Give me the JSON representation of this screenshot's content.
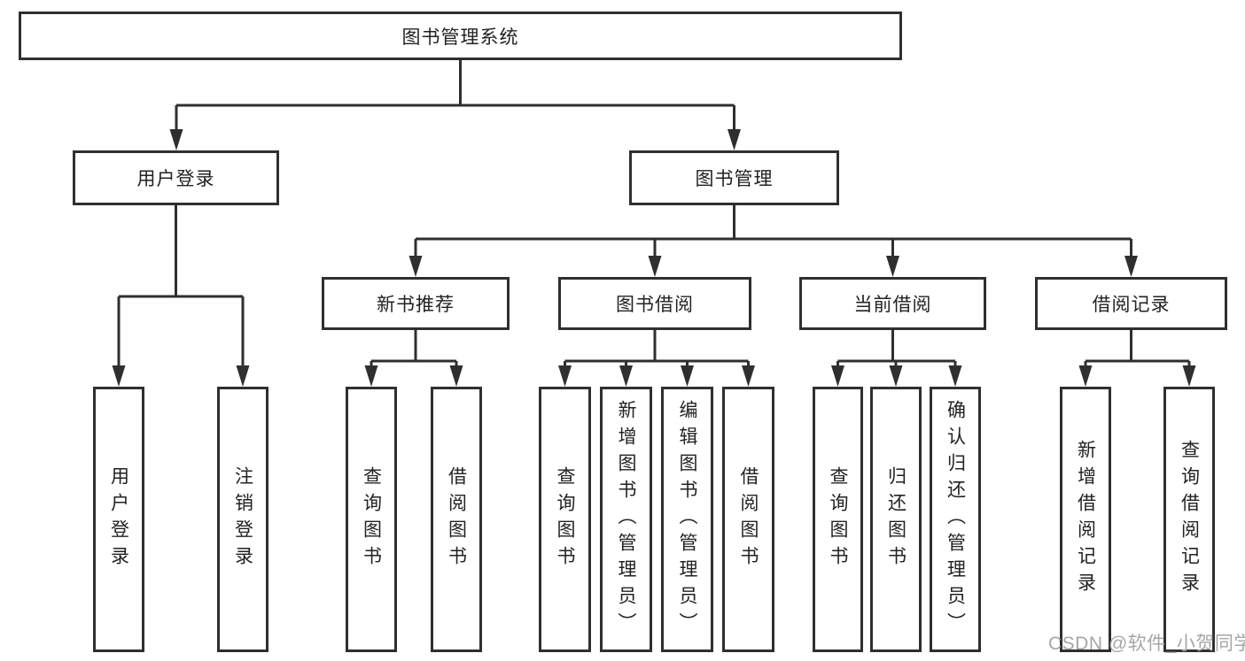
{
  "diagram": {
    "root": {
      "label": "图书管理系统"
    },
    "level2": [
      {
        "label": "用户登录"
      },
      {
        "label": "图书管理"
      }
    ],
    "level3": [
      {
        "label": "新书推荐"
      },
      {
        "label": "图书借阅"
      },
      {
        "label": "当前借阅"
      },
      {
        "label": "借阅记录"
      }
    ],
    "leaves": {
      "user_login": [
        "用户登录",
        "注销登录"
      ],
      "new_book": [
        "查询图书",
        "借阅图书"
      ],
      "book_borrow": [
        "查询图书",
        "新增图书（管理员）",
        "编辑图书（管理员）",
        "借阅图书"
      ],
      "current_borrow": [
        "查询图书",
        "归还图书",
        "确认归还（管理员）"
      ],
      "borrow_record": [
        "新增借阅记录",
        "查询借阅记录"
      ]
    },
    "colors": {
      "line": "#2f2f2f",
      "box_border": "#2f2f2f",
      "text": "#222222",
      "watermark": "#a6a6a6",
      "background": "#ffffff"
    }
  },
  "watermark": {
    "text": "CSDN @软件_小贺同学"
  }
}
